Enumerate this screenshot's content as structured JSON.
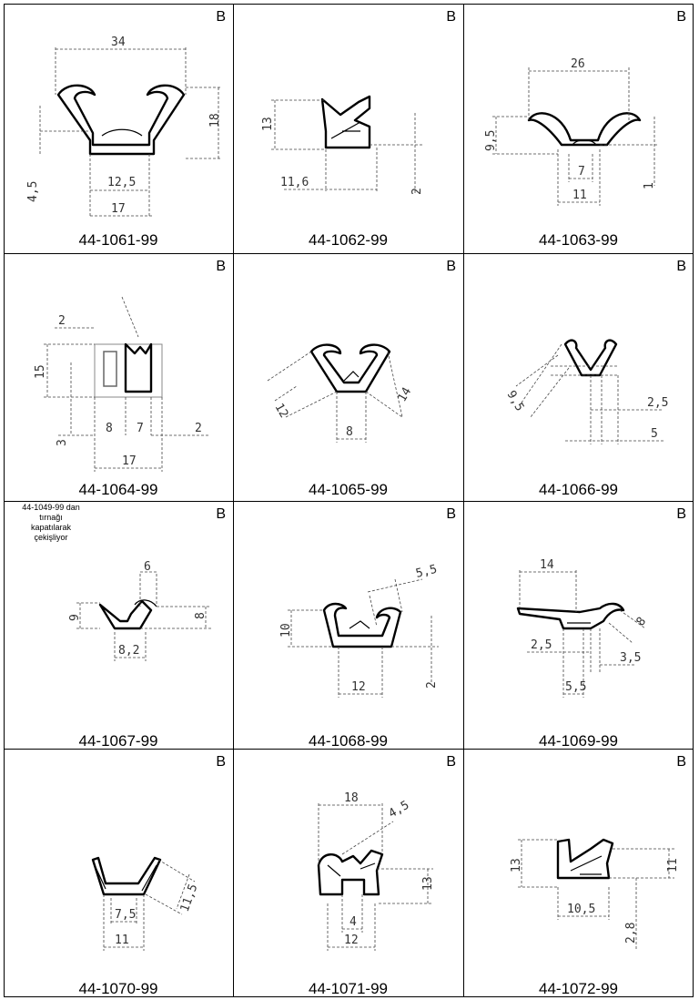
{
  "cells": [
    {
      "code": "44-1061-99",
      "mark": "B",
      "dims": [
        "34",
        "18",
        "4,5",
        "12,5",
        "17"
      ]
    },
    {
      "code": "44-1062-99",
      "mark": "B",
      "dims": [
        "13",
        "11,6",
        "2"
      ]
    },
    {
      "code": "44-1063-99",
      "mark": "B",
      "dims": [
        "26",
        "9,5",
        "7",
        "11",
        "1"
      ]
    },
    {
      "code": "44-1064-99",
      "mark": "B",
      "dims": [
        "2",
        "15",
        "3",
        "8",
        "7",
        "2",
        "17"
      ]
    },
    {
      "code": "44-1065-99",
      "mark": "B",
      "dims": [
        "12",
        "14",
        "8"
      ]
    },
    {
      "code": "44-1066-99",
      "mark": "B",
      "dims": [
        "9,5",
        "2,5",
        "5"
      ]
    },
    {
      "code": "44-1067-99",
      "mark": "B",
      "note": "44-1049-99 dan\ntırnağı\nkapatılarak\nçekişliyor",
      "dims": [
        "6",
        "9",
        "8",
        "8,2"
      ]
    },
    {
      "code": "44-1068-99",
      "mark": "B",
      "dims": [
        "5,5",
        "10",
        "2",
        "12"
      ]
    },
    {
      "code": "44-1069-99",
      "mark": "B",
      "dims": [
        "14",
        "8",
        "2,5",
        "3,5",
        "5,5"
      ]
    },
    {
      "code": "44-1070-99",
      "mark": "B",
      "dims": [
        "11,5",
        "7,5",
        "11"
      ]
    },
    {
      "code": "44-1071-99",
      "mark": "B",
      "dims": [
        "18",
        "4,5",
        "13",
        "4",
        "12"
      ]
    },
    {
      "code": "44-1072-99",
      "mark": "B",
      "dims": [
        "13",
        "11",
        "2,8",
        "10,5"
      ]
    }
  ]
}
